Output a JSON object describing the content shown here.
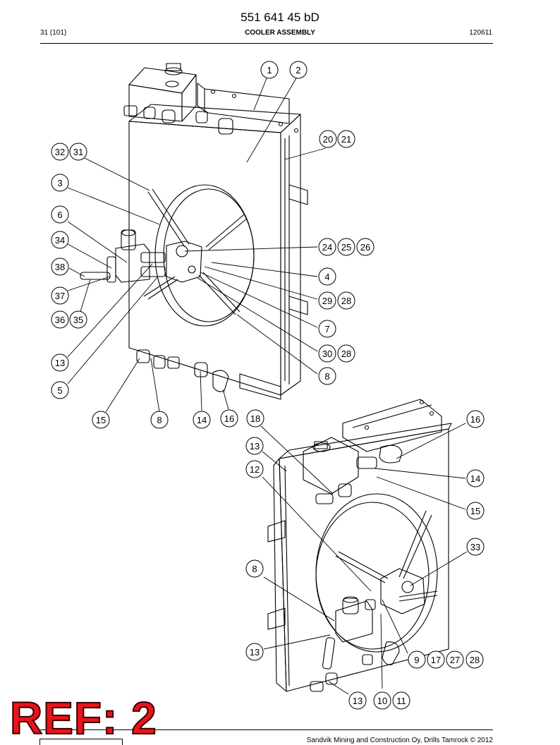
{
  "header": {
    "title": "551 641 45 bD",
    "page": "31 (101)",
    "section": "COOLER ASSEMBLY",
    "code": "120611"
  },
  "stamp": "REF: 2",
  "footer": "Sandvik Mining and Construction Oy, Drills Tamrock © 2012",
  "callouts": {
    "c1": "1",
    "c2": "2",
    "c20": "20",
    "c21": "21",
    "c32": "32",
    "c31": "31",
    "c3": "3",
    "c6": "6",
    "c34": "34",
    "c38": "38",
    "c37": "37",
    "c36": "36",
    "c35": "35",
    "c24": "24",
    "c25": "25",
    "c26": "26",
    "c4": "4",
    "c29": "29",
    "c28a": "28",
    "c7": "7",
    "c30": "30",
    "c28b": "28",
    "c8a": "8",
    "c13a": "13",
    "c5": "5",
    "c15a": "15",
    "c8b": "8",
    "c14a": "14",
    "c16a": "16",
    "c18": "18",
    "c16b": "16",
    "c13b": "13",
    "c12": "12",
    "c14b": "14",
    "c15b": "15",
    "c33": "33",
    "c8c": "8",
    "c13c": "13",
    "c9": "9",
    "c17": "17",
    "c27": "27",
    "c28c": "28",
    "c13d": "13",
    "c10": "10",
    "c11": "11"
  }
}
